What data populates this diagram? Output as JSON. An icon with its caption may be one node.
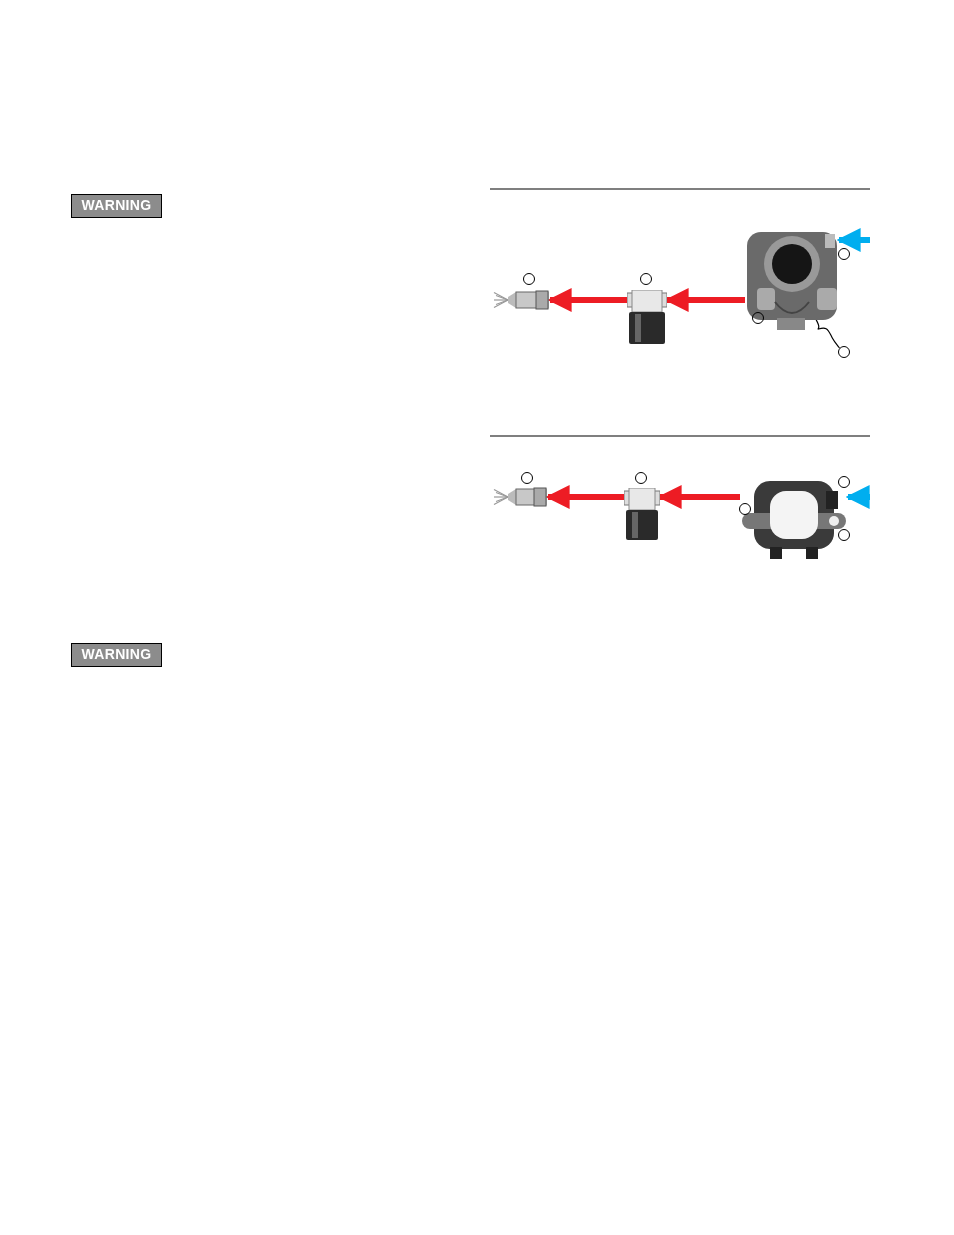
{
  "diagram": {
    "nodes": [
      {
        "text": [],
        "shape": "picture"
      },
      {
        "text": [],
        "shape": "picture"
      },
      {
        "text": [],
        "shape": "picture"
      },
      {
        "text": [],
        "shape": "circle"
      },
      {
        "text": [],
        "shape": "circle"
      },
      {
        "text": [],
        "shape": "circle"
      },
      {
        "text": [],
        "shape": "circle"
      },
      {
        "text": [],
        "shape": "circle"
      },
      {
        "text": [],
        "shape": "picture"
      },
      {
        "text": [],
        "shape": "picture"
      },
      {
        "text": [],
        "shape": "picture"
      },
      {
        "text": [],
        "shape": "circle"
      },
      {
        "text": [],
        "shape": "circle"
      },
      {
        "text": [],
        "shape": "circle"
      },
      {
        "text": [],
        "shape": "circle"
      },
      {
        "text": [],
        "shape": "circle"
      }
    ],
    "edges": [
      {
        "from": 2,
        "to": 1,
        "arrow": "to"
      },
      {
        "from": 1,
        "to": 0,
        "arrow": "to"
      },
      {
        "from": null,
        "to": 2,
        "arrow": "to",
        "color": "#00aeef"
      },
      {
        "from": 7,
        "to": 2,
        "arrow": "to",
        "color": "#000000"
      },
      {
        "from": 10,
        "to": 9,
        "arrow": "to"
      },
      {
        "from": 9,
        "to": 8,
        "arrow": "to"
      },
      {
        "from": null,
        "to": 10,
        "arrow": "to",
        "color": "#00aeef"
      }
    ],
    "labels": [
      "WARNING",
      "WARNING"
    ]
  }
}
